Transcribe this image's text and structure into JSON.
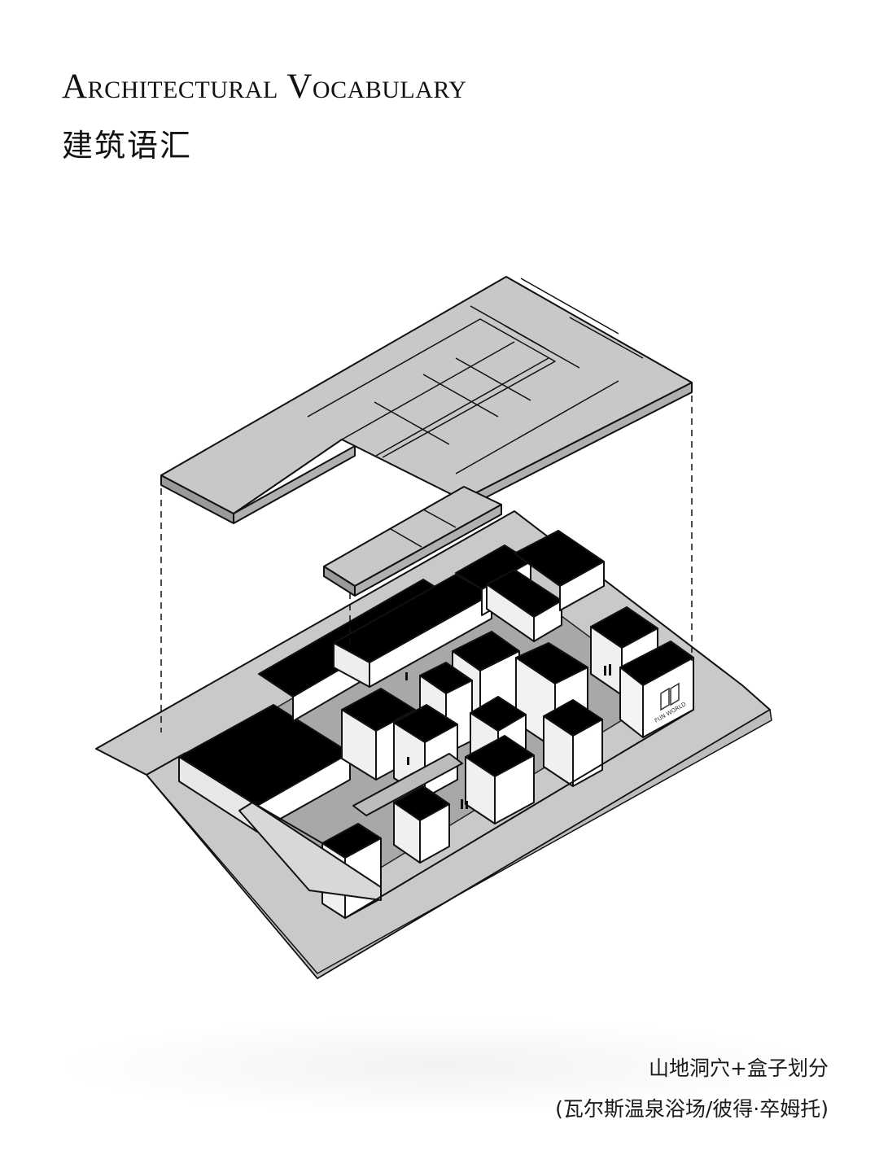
{
  "header": {
    "title_en": "Architectural Vocabulary",
    "title_cn": "建筑语汇"
  },
  "diagram": {
    "sign_text": "FUN WORLD",
    "colors": {
      "plane": "#c8c8c8",
      "roof_dark": "#000000",
      "wall": "#ffffff",
      "stroke": "#111111",
      "floor": "#a9a9a9"
    }
  },
  "caption": {
    "line1": "山地洞穴+盒子划分",
    "line2": "(瓦尔斯温泉浴场/彼得·卒姆托)"
  }
}
